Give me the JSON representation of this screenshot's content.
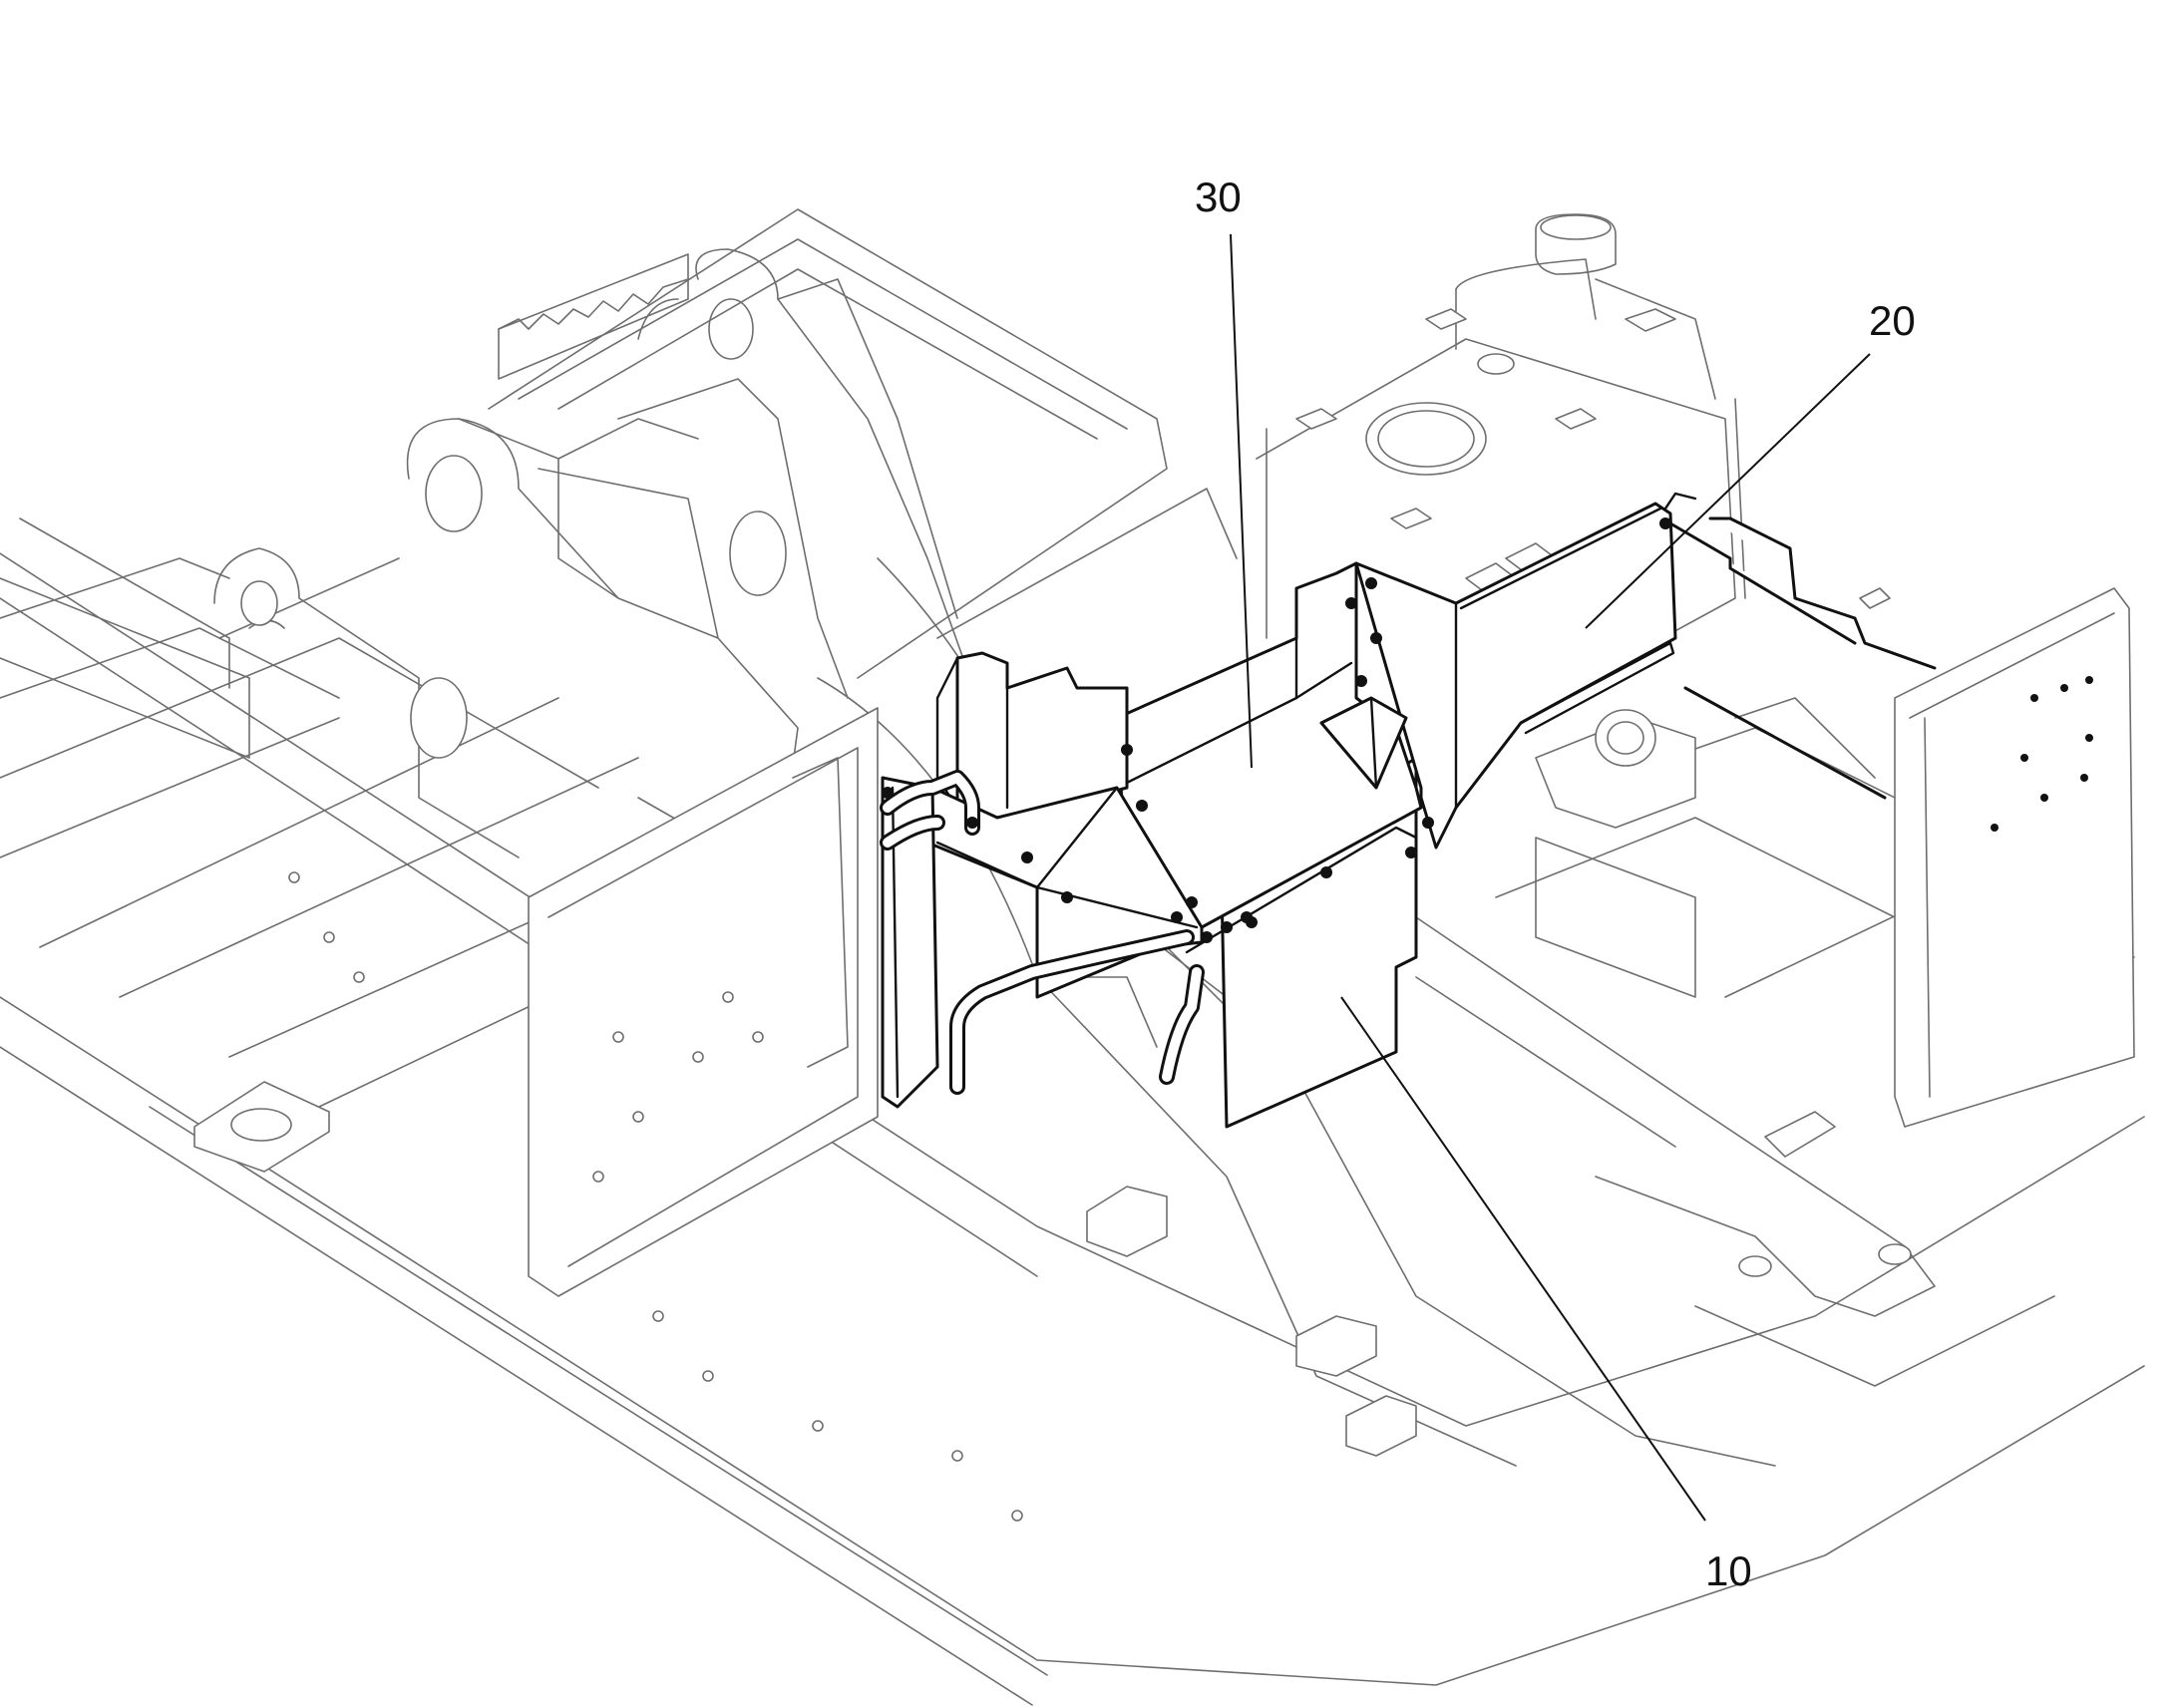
{
  "callouts": [
    {
      "id": "10",
      "label": "10"
    },
    {
      "id": "20",
      "label": "20"
    },
    {
      "id": "30",
      "label": "30"
    }
  ],
  "colors": {
    "frame_line": "#6e6e6e",
    "part_line": "#111111",
    "background": "#ffffff"
  }
}
